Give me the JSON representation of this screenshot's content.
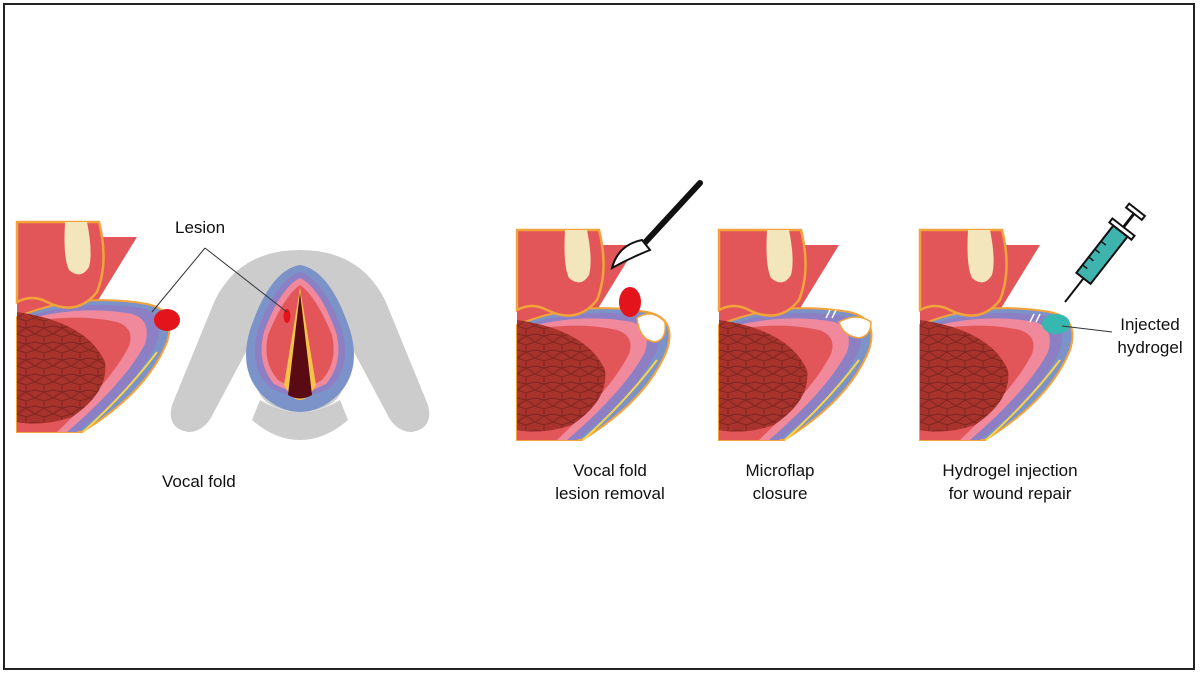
{
  "labels": {
    "lesion": "Lesion",
    "vocal_fold": "Vocal fold",
    "removal_line1": "Vocal fold",
    "removal_line2": "lesion removal",
    "microflap_line1": "Microflap",
    "microflap_line2": "closure",
    "injection_line1": "Hydrogel injection",
    "injection_line2": "for wound repair",
    "injected_line1": "Injected",
    "injected_line2": "hydrogel"
  },
  "colors": {
    "mucosa_red": "#e2565a",
    "mucosa_outline": "#f2a33a",
    "cartilage": "#f3e6bc",
    "muscle": "#a8332c",
    "muscle_cells": "#7e2520",
    "pink_layer": "#f0899b",
    "purple_layer": "#8d7fc4",
    "blue_layer": "#7b93c8",
    "yellow_edge": "#f5d64a",
    "lesion": "#e3141b",
    "wound": "#ffffff",
    "hydrogel": "#36b8b0",
    "larynx_gray": "#cccccc",
    "airway": "#5a0a12"
  },
  "icons": [
    "scalpel-icon",
    "syringe-icon",
    "suture-icon"
  ]
}
